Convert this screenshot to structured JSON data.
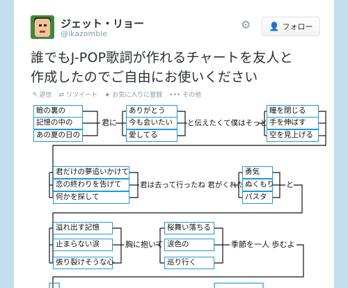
{
  "user": {
    "name": "ジェット・リョー",
    "handle": "@ikazombie"
  },
  "follow_label": "フォロー",
  "tweet": {
    "line1": "誰でもJ-POP歌詞が作れるチャートを友人と",
    "line2": "作成したのでご自由にお使いください"
  },
  "actions": {
    "reply": "返信",
    "retweet": "リツイート",
    "favorite": "お気に入りに登録",
    "more": "その他"
  },
  "chart": {
    "g1": [
      "瞼の裏の",
      "記憶の中の",
      "あの夏の日の"
    ],
    "l1": "君に",
    "g2": [
      "ありがとう",
      "今も会いたい",
      "愛してる"
    ],
    "l2": "と伝えたくて僕はそっと",
    "g3": [
      "瞳を閉じる",
      "手を伸ばす",
      "空を見上げる"
    ],
    "g4": [
      "君だけの夢追いかけて",
      "恋の終わりを告げて",
      "何かを探して"
    ],
    "l3": "君は去って行ったね 君がくれた",
    "g5": [
      "勇気",
      "ぬくもり",
      "パスタ"
    ],
    "l4": "と",
    "g6": [
      "溢れ出す記憶",
      "止まらない涙",
      "張り裂けそうな心"
    ],
    "l5": "胸に抱いて",
    "g7": [
      "桜舞い落ちる",
      "涙色の",
      "巡り行く"
    ],
    "l6": "季節を一人 歩むよ"
  }
}
